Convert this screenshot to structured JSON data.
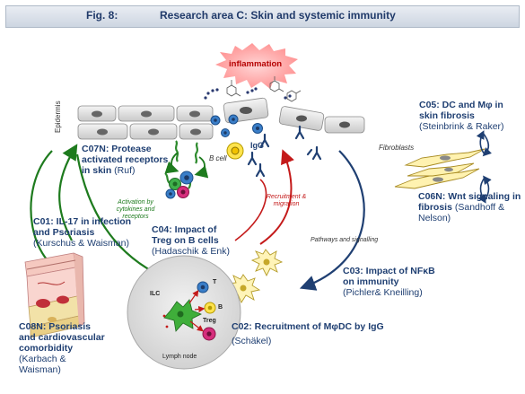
{
  "figure": {
    "number": "Fig. 8:",
    "title": "Research area C: Skin and systemic immunity"
  },
  "labels": {
    "inflammation": "inflammation",
    "epidermis": "Epidermis",
    "fibroblasts": "Fibroblasts",
    "b_cell": "B cell",
    "igg": "IgG",
    "activation": "Activation by cytokines and receptors",
    "recruitment": "Recruitment & migration",
    "pathways": "Pathways and signalling",
    "lymph_node": "Lymph node",
    "ilc": "ILC",
    "t": "T",
    "b": "B",
    "treg": "Treg"
  },
  "projects": {
    "c07n": {
      "title": [
        "C07N: Protease",
        "activated receptors"
      ],
      "line3_bold": "in skin",
      "line3_rest": " (Ruf)"
    },
    "c05": {
      "title": [
        "C05: DC and Mφ in",
        "skin fibrosis"
      ],
      "authors": [
        "(Steinbrink & Raker)"
      ]
    },
    "c06n": {
      "title": [
        "C06N: Wnt signaling in"
      ],
      "line2_bold": "fibrosis",
      "line2_rest": " (Sandhoff &",
      "authors": [
        "Nelson)"
      ]
    },
    "c01": {
      "title": [
        "C01: IL-17 in infection",
        "and Psoriasis"
      ],
      "authors": [
        "(Kurschus & Waisman)"
      ]
    },
    "c04": {
      "title": [
        "C04: Impact of",
        "Treg on B cells"
      ],
      "authors": [
        "(Hadaschik & Enk)"
      ]
    },
    "c03": {
      "title": [
        "C03: Impact of NFκB",
        "on immunity"
      ],
      "authors": [
        "(Pichler& Kneilling)"
      ]
    },
    "c08n": {
      "title": [
        "C08N: Psoriasis",
        "and cardiovascular",
        "comorbidity"
      ],
      "authors": [
        "(Karbach &",
        "Waisman)"
      ]
    },
    "c02": {
      "title": [
        "C02: Recruitment of MφDC by IgG"
      ],
      "authors": [
        "(Schäkel)"
      ]
    }
  },
  "colors": {
    "title": "#203a6a",
    "text": "#1f3f72",
    "green": "#1e7b1e",
    "red": "#c41a1a",
    "navy": "#1f3f72",
    "inflammation": "#ff8a8a"
  }
}
